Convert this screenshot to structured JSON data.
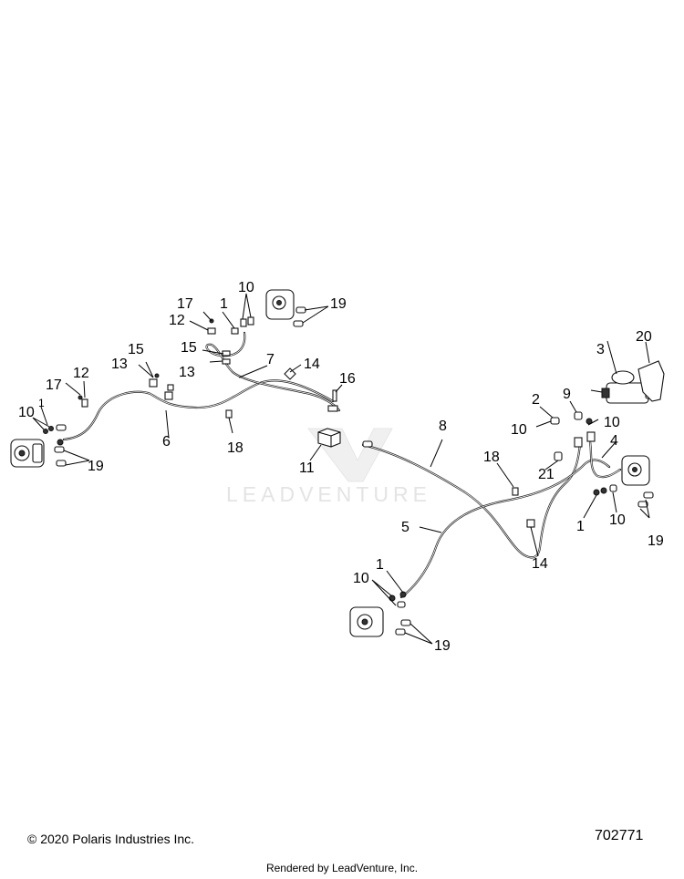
{
  "watermark": "LEADVENTURE",
  "callouts": [
    {
      "id": "c1a",
      "text": "1"
    },
    {
      "id": "c1b",
      "text": "1"
    },
    {
      "id": "c1c",
      "text": "1"
    },
    {
      "id": "c1d",
      "text": "1"
    },
    {
      "id": "c2",
      "text": "2"
    },
    {
      "id": "c3",
      "text": "3"
    },
    {
      "id": "c4",
      "text": "4"
    },
    {
      "id": "c5",
      "text": "5"
    },
    {
      "id": "c6",
      "text": "6"
    },
    {
      "id": "c7",
      "text": "7"
    },
    {
      "id": "c8",
      "text": "8"
    },
    {
      "id": "c9",
      "text": "9"
    },
    {
      "id": "c10a",
      "text": "10"
    },
    {
      "id": "c10b",
      "text": "10"
    },
    {
      "id": "c10c",
      "text": "10"
    },
    {
      "id": "c10d",
      "text": "10"
    },
    {
      "id": "c10e",
      "text": "10"
    },
    {
      "id": "c10f",
      "text": "10"
    },
    {
      "id": "c11",
      "text": "11"
    },
    {
      "id": "c12a",
      "text": "12"
    },
    {
      "id": "c12b",
      "text": "12"
    },
    {
      "id": "c13a",
      "text": "13"
    },
    {
      "id": "c13b",
      "text": "13"
    },
    {
      "id": "c14a",
      "text": "14"
    },
    {
      "id": "c14b",
      "text": "14"
    },
    {
      "id": "c15a",
      "text": "15"
    },
    {
      "id": "c15b",
      "text": "15"
    },
    {
      "id": "c16",
      "text": "16"
    },
    {
      "id": "c17a",
      "text": "17"
    },
    {
      "id": "c17b",
      "text": "17"
    },
    {
      "id": "c18a",
      "text": "18"
    },
    {
      "id": "c18b",
      "text": "18"
    },
    {
      "id": "c19a",
      "text": "19"
    },
    {
      "id": "c19b",
      "text": "19"
    },
    {
      "id": "c19c",
      "text": "19"
    },
    {
      "id": "c19d",
      "text": "19"
    },
    {
      "id": "c20",
      "text": "20"
    },
    {
      "id": "c21",
      "text": "21"
    }
  ],
  "footer": {
    "copyright": "© 2020 Polaris Industries Inc.",
    "diagram_number": "702771",
    "rendered_by": "Rendered by LeadVenture, Inc."
  }
}
